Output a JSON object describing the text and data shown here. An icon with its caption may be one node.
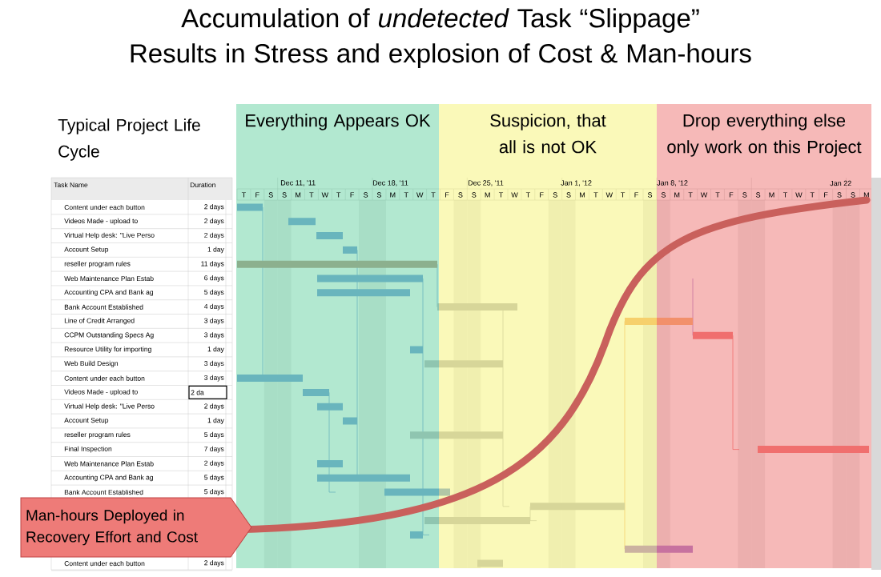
{
  "diagram": {
    "title": "Accumulation of *undetected* Task “Slippage” Results in Stress and explosion of Cost & Man-hours",
    "nodes": [
      {
        "text": [
          "Everything Appears OK"
        ]
      },
      {
        "text": [
          "Suspicion, that all is not OK"
        ]
      },
      {
        "text": [
          "Drop everything else only work on this Project"
        ]
      },
      {
        "text": [
          "Man-hours Deployed in Recovery Effort and Cost"
        ]
      }
    ],
    "edges": [],
    "labels": [
      "Typical Project Life Cycle",
      "Task Name",
      "Duration",
      "Dec 11, '11",
      "Dec 18, '11",
      "Dec 25, '11",
      "Jan 1, '12",
      "Jan 8, '12",
      "Jan 22",
      "T",
      "F",
      "S",
      "S",
      "M",
      "T",
      "W",
      "T",
      "F",
      "S",
      "S",
      "M",
      "T",
      "W",
      "T",
      "F",
      "S",
      "S",
      "M",
      "T",
      "W",
      "T",
      "F",
      "S",
      "S",
      "M",
      "T",
      "W",
      "T",
      "F",
      "S",
      "S",
      "M",
      "T",
      "W",
      "T",
      "F",
      "S",
      "S",
      "M",
      "T",
      "W",
      "T",
      "F",
      "S",
      "S",
      "M",
      "Content under each button",
      "2 days",
      "Videos Made - upload to",
      "2 days",
      "Virtual Help desk: \"Live Perso",
      "2 days",
      "Account Setup",
      "1 day",
      "reseller program rules",
      "11 days",
      "Web Maintenance Plan Estab",
      "6 days",
      "Accounting CPA and Bank ag",
      "5 days",
      "Bank Account Established",
      "4 days",
      "Line of Credit Arranged",
      "3 days",
      "CCPM Outstanding Specs Ag",
      "3 days",
      "Resource Utility for importing",
      "1 day",
      "Web Build Design",
      "3 days",
      "Content under each button",
      "3 days",
      "Videos Made - upload to",
      "2 da",
      "Virtual Help desk: \"Live Perso",
      "2 days",
      "Account Setup",
      "1 day",
      "reseller program rules",
      "5 days",
      "Final Inspection",
      "7 days",
      "Web Maintenance Plan Estab",
      "2 days",
      "Accounting CPA and Bank ag",
      "5 days",
      "Bank Account Established",
      "5 days",
      "Content under each button",
      "2 days"
    ]
  }
}
